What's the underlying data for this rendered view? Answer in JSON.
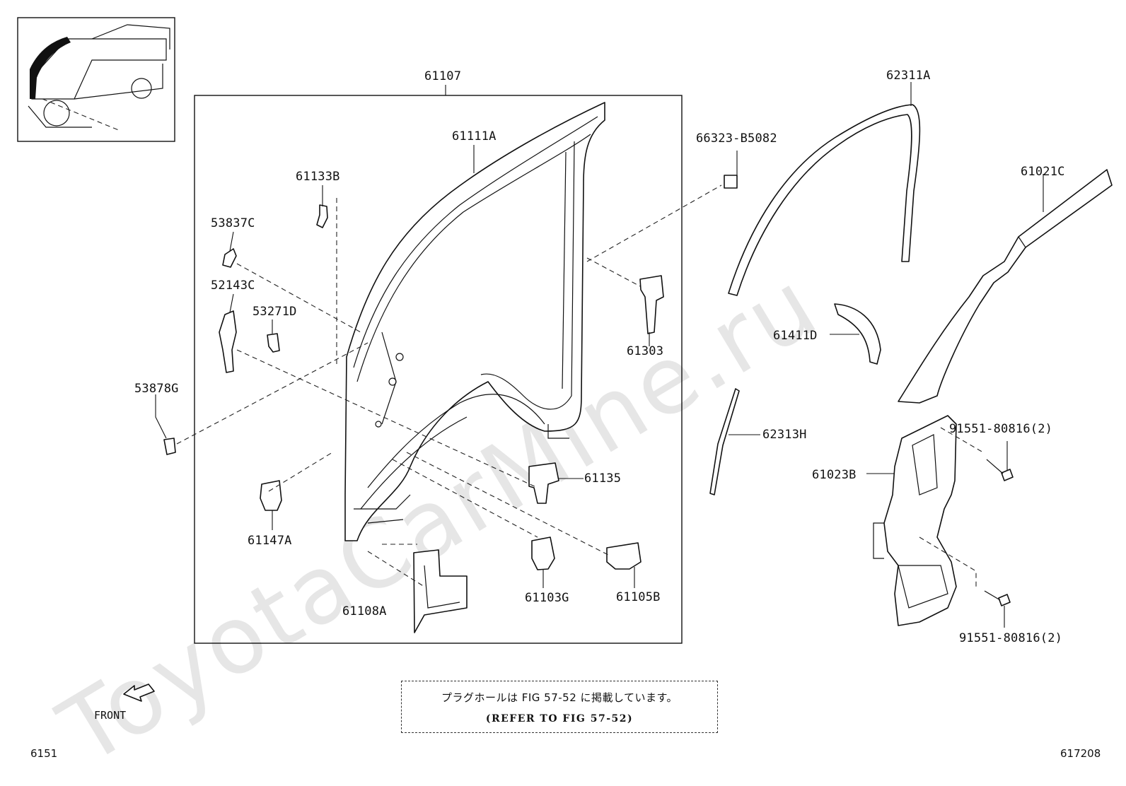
{
  "watermark": "ToyotaCarMine.ru",
  "labels": {
    "p61107": "61107",
    "p61111A": "61111A",
    "p61133B": "61133B",
    "p53837C": "53837C",
    "p52143C": "52143C",
    "p53271D": "53271D",
    "p53878G": "53878G",
    "p61303": "61303",
    "p61135": "61135",
    "p61147A": "61147A",
    "p61103G": "61103G",
    "p61105B": "61105B",
    "p61108A": "61108A",
    "p66323": "66323-B5082",
    "p62311A": "62311A",
    "p61021C": "61021C",
    "p61411D": "61411D",
    "p62313H": "62313H",
    "p61023B": "61023B",
    "p91551a": "91551-80816(2)",
    "p91551b": "91551-80816(2)"
  },
  "note": {
    "jp": "プラグホールは FIG 57-52 に掲載しています。",
    "en": "(REFER TO FIG 57-52)"
  },
  "front_label": "FRONT",
  "code_left": "6151",
  "code_right": "617208"
}
